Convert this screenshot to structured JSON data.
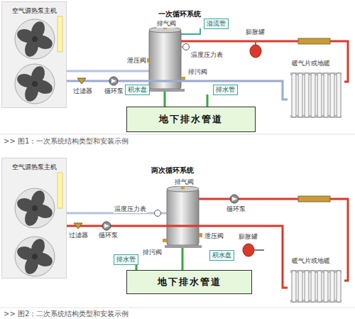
{
  "diagram": {
    "nodes": [
      {
        "text": [
          "空气源热泵主机"
        ]
      },
      {
        "text": [
          "溢流管"
        ]
      },
      {
        "text": [
          "积水盘"
        ]
      },
      {
        "text": [
          "排水管"
        ]
      },
      {
        "text": [
          "地下排水管道"
        ]
      },
      {
        "text": [
          "暖气片或地暖"
        ]
      },
      {
        "text": [
          "空气源热泵主机"
        ]
      },
      {
        "text": [
          "排水管"
        ]
      },
      {
        "text": [
          "积水盘"
        ]
      },
      {
        "text": [
          "地下排水管道"
        ]
      },
      {
        "text": [
          "暖气片或地暖"
        ]
      }
    ],
    "edges": [
      {
        "from": 0,
        "to": 5,
        "arrow": "none"
      },
      {
        "from": 6,
        "to": 10,
        "arrow": "none"
      }
    ],
    "labels": [
      "一次循环系统",
      "排气阀",
      "膨胀罐",
      "泄压阀",
      "温度压力表",
      "排污阀",
      "过滤器",
      "循环泵",
      "两次循环系统",
      "排气阀",
      "温度压力表",
      "循环泵",
      "泄压阀",
      "膨胀罐",
      "循环泵",
      "排污阀",
      "过滤器",
      ">> 图1：一次系统结构类型和安装示例",
      ">> 图2：二次系统结构类型和安装示例"
    ]
  }
}
